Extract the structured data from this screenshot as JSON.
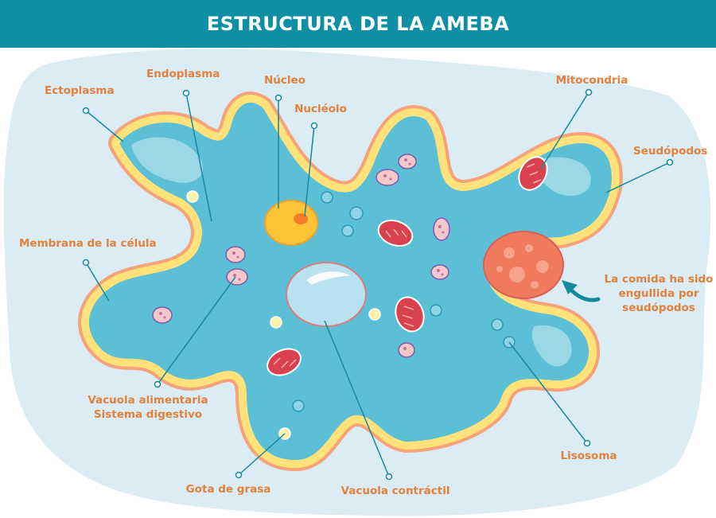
{
  "title": "ESTRUCTURA DE LA AMEBA",
  "labels": {
    "ectoplasma": "Ectoplasma",
    "endoplasma": "Endoplasma",
    "nucleo": "Núcleo",
    "nucleolo": "Nucléolo",
    "mitocondria": "Mitocondria",
    "seudopodos": "Seudópodos",
    "membrana": "Membrana de la célula",
    "comida": [
      "La comida ha sido",
      "engullida por",
      "seudópodos"
    ],
    "vacuola_alimentaria": [
      "Vacuola alimentaria",
      "Sistema digestivo"
    ],
    "lisosoma": "Lisosoma",
    "gota": "Gota de grasa",
    "vacuola_contractil": "Vacuola contráctil"
  },
  "colors": {
    "header": "#0e8fa3",
    "background_blob": "#dcecf5",
    "membrane_outer": "#f6a37a",
    "membrane_yellow": "#ffe27a",
    "cytoplasm": "#5bbfd6",
    "nucleus": "#ffc436",
    "nucleolus": "#f27c2a",
    "mitochondria": "#d9414e",
    "food": "#ef7a5c",
    "label_text": "#e2813a",
    "pointer_line": "#14899e"
  }
}
